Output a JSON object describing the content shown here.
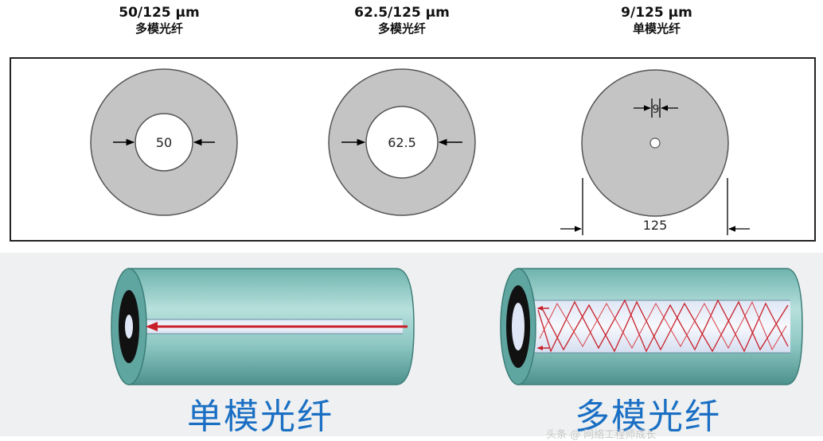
{
  "headers": [
    {
      "spec": "50/125 μm",
      "name": "多模光纤"
    },
    {
      "spec": "62.5/125 μm",
      "name": "多模光纤"
    },
    {
      "spec": "9/125 μm",
      "name": "单模光纤"
    }
  ],
  "cross_sections": [
    {
      "core_label": "50"
    },
    {
      "core_label": "62.5"
    },
    {
      "core_label": "9",
      "cladding_label": "125"
    }
  ],
  "fiber_labels": {
    "single_mode": "单模光纤",
    "multi_mode": "多模光纤"
  },
  "watermark": "头条 @ 网络工程师成长",
  "colors": {
    "cladding": "#c4c4c4",
    "fiber_teal": "#8fc8c4",
    "ray": "#c8202a",
    "label_blue": "#1a6fc4"
  }
}
